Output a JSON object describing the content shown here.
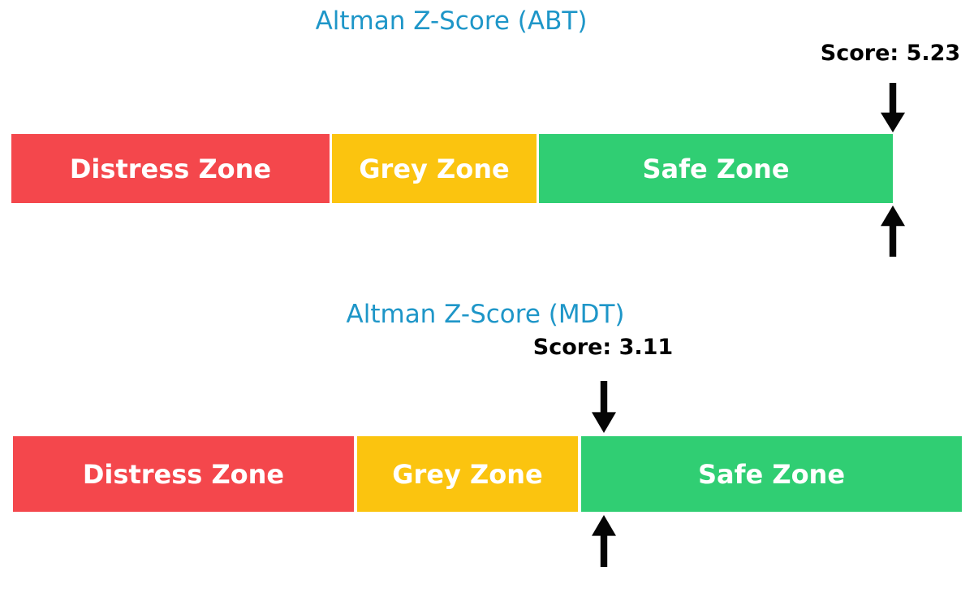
{
  "page": {
    "background": "#ffffff"
  },
  "colors": {
    "title_blue": "#1E96C8",
    "distress_red": "#F4474C",
    "grey_yellow": "#FBC40F",
    "safe_green": "#30CE73",
    "arrow_black": "#050505",
    "zone_text": "#ffffff",
    "score_text": "#000000"
  },
  "charts": [
    {
      "title": "Altman Z-Score (ABT)",
      "score_label": "Score: 5.23",
      "zones": [
        {
          "label": "Distress Zone"
        },
        {
          "label": "Grey Zone"
        },
        {
          "label": "Safe Zone"
        }
      ]
    },
    {
      "title": "Altman Z-Score (MDT)",
      "score_label": "Score: 3.11",
      "zones": [
        {
          "label": "Distress Zone"
        },
        {
          "label": "Grey Zone"
        },
        {
          "label": "Safe Zone"
        }
      ]
    }
  ],
  "chart_data": [
    {
      "type": "bar",
      "subtype": "zone-gauge",
      "title": "Altman Z-Score (ABT)",
      "score": 5.23,
      "score_annotation": "Score: 5.23",
      "axis_range": [
        0,
        5.0
      ],
      "zones": [
        {
          "label": "Distress Zone",
          "start": 0,
          "end": 1.81,
          "color": "#F4474C"
        },
        {
          "label": "Grey Zone",
          "start": 1.81,
          "end": 2.99,
          "color": "#FBC40F"
        },
        {
          "label": "Safe Zone",
          "start": 2.99,
          "end": 5.0,
          "color": "#30CE73"
        }
      ],
      "marker_value": 5.23,
      "marker_axis_position": 5.0,
      "marker_style": "double-black-arrows-above-and-below",
      "legend": "none",
      "grid": false
    },
    {
      "type": "bar",
      "subtype": "zone-gauge",
      "title": "Altman Z-Score (MDT)",
      "score": 3.11,
      "score_annotation": "Score: 3.11",
      "axis_range": [
        0,
        5.0
      ],
      "zones": [
        {
          "label": "Distress Zone",
          "start": 0,
          "end": 1.81,
          "color": "#F4474C"
        },
        {
          "label": "Grey Zone",
          "start": 1.81,
          "end": 2.99,
          "color": "#FBC40F"
        },
        {
          "label": "Safe Zone",
          "start": 2.99,
          "end": 5.0,
          "color": "#30CE73"
        }
      ],
      "marker_value": 3.11,
      "marker_axis_position": 3.11,
      "marker_style": "double-black-arrows-above-and-below",
      "legend": "none",
      "grid": false
    }
  ]
}
